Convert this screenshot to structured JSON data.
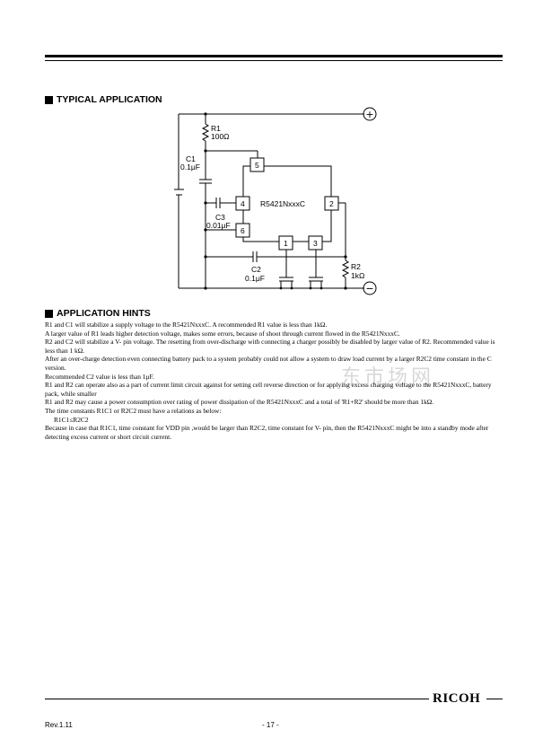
{
  "sections": {
    "typical_application_title": "TYPICAL APPLICATION",
    "application_hints_title": "APPLICATION HINTS"
  },
  "circuit": {
    "r1_name": "R1",
    "r1_value": "100Ω",
    "c1_name": "C1",
    "c1_value": "0.1μF",
    "c3_name": "C3",
    "c3_value": "0.01μF",
    "c2_name": "C2",
    "c2_value": "0.1μF",
    "r2_name": "R2",
    "r2_value": "1kΩ",
    "ic_name": "R5421NxxxC",
    "pin1": "1",
    "pin2": "2",
    "pin3": "3",
    "pin4": "4",
    "pin5": "5",
    "pin6": "6",
    "plus_terminal": "+",
    "minus_terminal": "−"
  },
  "hints": [
    "R1 and C1 will stabilize a supply voltage to the R5421NxxxC. A recommended R1 value is less than 1kΩ.",
    "A larger value of R1 leads higher detection voltage, makes some errors, because of shoot through current flowed in the R5421NxxxC.",
    "R2 and C2 will stabilize a V- pin voltage. The resetting from over-discharge with connecting a charger possibly be disabled by larger value of R2. Recommended value is less than 1 kΩ.",
    "After an over-charge detection even connecting battery pack to a system probably could not allow a system to draw load current by a larger R2C2 time constant in the C version.",
    "Recommended C2 value is less than 1μF.",
    "R1 and R2 can operate also as a part of current limit circuit against for setting cell reverse direction or for applying excess charging voltage to the R5421NxxxC, battery pack, while smaller",
    "R1 and R2 may cause a power consumption over rating of power dissipation of the R5421NxxxC and a total of 'R1+R2' should be more than 1kΩ.",
    "The time constants R1C1 or R2C2 must have a relations as below:",
    "R1C1≤R2C2",
    "Because in case that R1C1, time constant for VDD pin ,would be larger than R2C2, time constant for V- pin, then the R5421NxxxC might be into a standby mode after detecting excess current or short circuit current."
  ],
  "watermark": "东市场网",
  "footer": {
    "logo": "RICOH",
    "revision": "Rev.1.11",
    "page": "- 17 -"
  }
}
